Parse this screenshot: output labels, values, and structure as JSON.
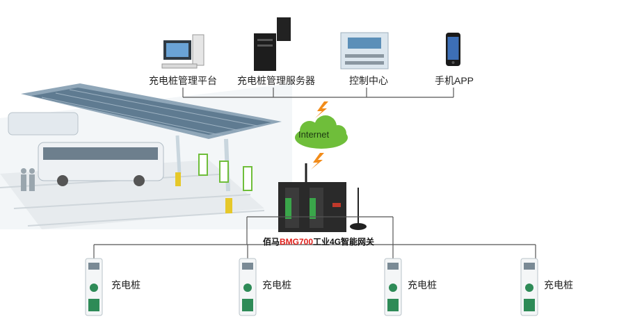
{
  "devices": {
    "platform": "充电桩管理平台",
    "server": "充电桩管理服务器",
    "control": "控制中心",
    "app": "手机APP"
  },
  "cloud": {
    "label": "Internet"
  },
  "gateway": {
    "prefix": "佰马",
    "model": "BMG700",
    "suffix": "工业4G智能网关"
  },
  "piles": [
    {
      "label": "充电桩"
    },
    {
      "label": "充电桩"
    },
    {
      "label": "充电桩"
    },
    {
      "label": "充电桩"
    }
  ],
  "colors": {
    "line": "#555555",
    "accent": "#e0201b",
    "cloud": "#6fbe3a",
    "bolt": "#f28c1a",
    "pile_green": "#2e8b57"
  }
}
